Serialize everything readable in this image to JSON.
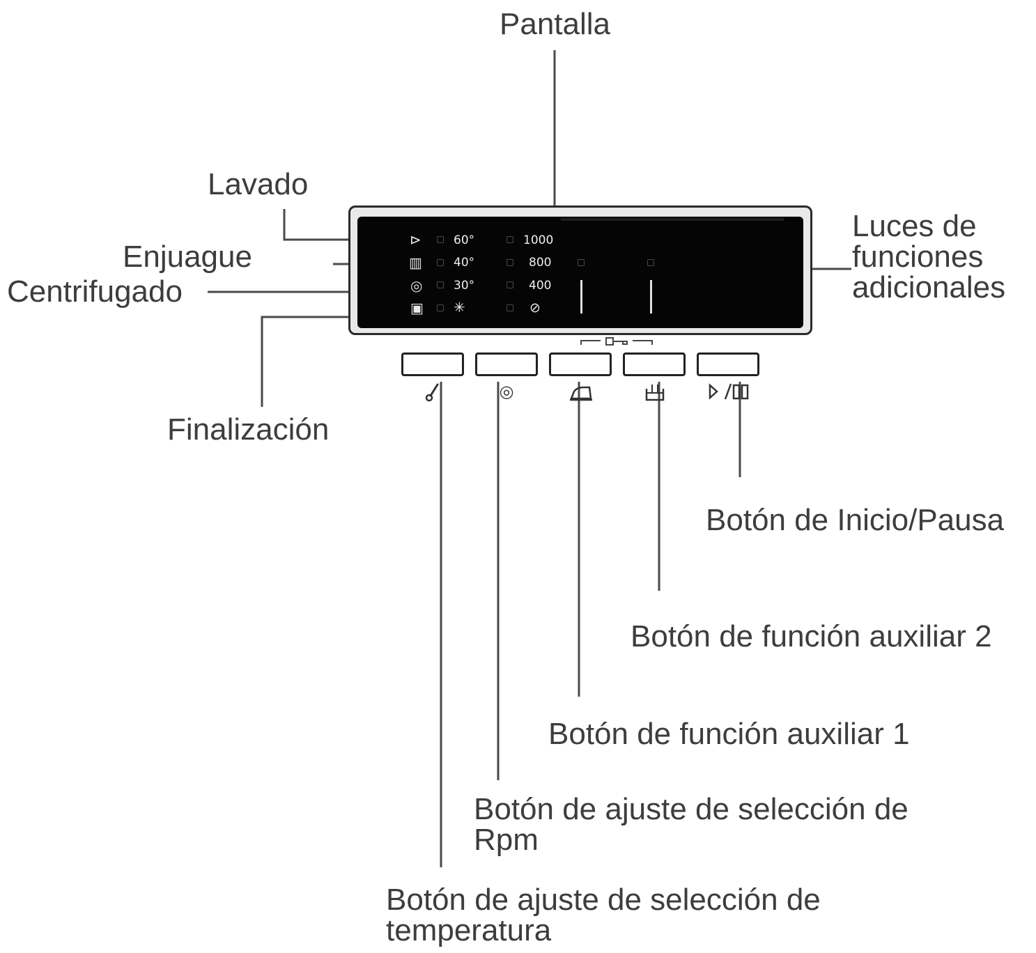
{
  "labels": {
    "pantalla": "Pantalla",
    "lavado": "Lavado",
    "enjuague": "Enjuague",
    "centrifugado": "Centrifugado",
    "finalizacion": "Finalización",
    "luces_line1": "Luces de",
    "luces_line2": "funciones",
    "luces_line3": "adicionales",
    "inicio_pausa": "Botón de Inicio/Pausa",
    "aux2": "Botón de función auxiliar 2",
    "aux1": "Botón de función auxiliar 1",
    "rpm_line1": "Botón de ajuste de selección de",
    "rpm_line2": "Rpm",
    "temp_line1": "Botón de ajuste de selección de",
    "temp_line2": "temperatura"
  },
  "display": {
    "temperatures": [
      "60°",
      "40°",
      "30°",
      "✳"
    ],
    "speeds": [
      "1000",
      "800",
      "400"
    ],
    "phase_icons": [
      "wash-icon",
      "rinse-icon",
      "spin-icon",
      "end-icon"
    ]
  },
  "buttons": [
    {
      "name": "temperature-button",
      "icon": "thermometer-icon"
    },
    {
      "name": "rpm-button",
      "icon": "spin-icon"
    },
    {
      "name": "aux1-button",
      "icon": "iron-icon"
    },
    {
      "name": "aux2-button",
      "icon": "prewash-icon"
    },
    {
      "name": "start-pause-button",
      "icon": "play-pause-icon"
    }
  ],
  "colors": {
    "screen": "#050505",
    "text": "#3d3d3d",
    "lines": "#4a4a4a"
  }
}
